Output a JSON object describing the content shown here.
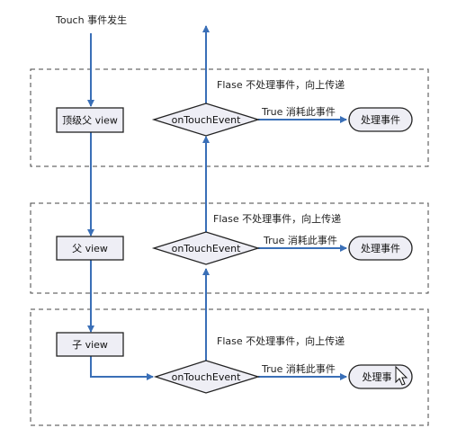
{
  "start_text": "Touch 事件发生",
  "layers": [
    {
      "view_label": "顶级父  view",
      "decision_label": "onTouchEvent",
      "false_label": "Flase  不处理事件，向上传递",
      "true_label": "True  消耗此事件",
      "handle_label": "处理事件"
    },
    {
      "view_label": "父  view",
      "decision_label": "onTouchEvent",
      "false_label": "Flase  不处理事件，向上传递",
      "true_label": "True  消耗此事件",
      "handle_label": "处理事件"
    },
    {
      "view_label": "子  view",
      "decision_label": "onTouchEvent",
      "false_label": "Flase  不处理事件，向上传递",
      "true_label": "True  消耗此事件",
      "handle_label": "处理事"
    }
  ],
  "colors": {
    "arrow": "#3a6fb7",
    "box_fill": "#eeeef5",
    "border": "#222222",
    "dashed": "#444444"
  }
}
